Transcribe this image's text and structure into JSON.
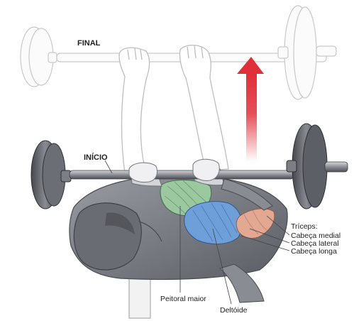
{
  "positions": {
    "final": "FINAL",
    "inicio": "INÍCIO"
  },
  "muscles": {
    "triceps_heading": "Tríceps:",
    "triceps_medial": "Cabeça medial",
    "triceps_lateral": "Cabeça lateral",
    "triceps_longa": "Cabeça longa",
    "peitoral": "Peitoral maior",
    "deltoide": "Deltóide"
  },
  "colors": {
    "arrow": "#e0303a",
    "peitoral_maior": "#9cc8a0",
    "deltoide": "#6f9fd8",
    "triceps": "#e2a892",
    "body_shadow": "#7e8088",
    "barbell": "#5a5c63"
  }
}
